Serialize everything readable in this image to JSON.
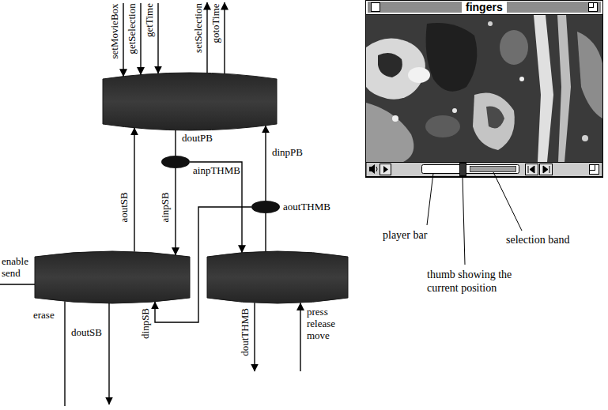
{
  "diagram": {
    "labels": [
      "setMovieBox",
      "getSelection",
      "getTime",
      "setSelection",
      "gotoTime",
      "fingers",
      "doutPB",
      "dinpPB",
      "ainpTHMB",
      "aoutSB",
      "ainpSB",
      "aoutTHMB",
      "enable send",
      "player bar",
      "selection band",
      "erase",
      "doutSB",
      "dinpSB",
      "doutTHMB",
      "press release move",
      "thumb showing the current position"
    ]
  }
}
